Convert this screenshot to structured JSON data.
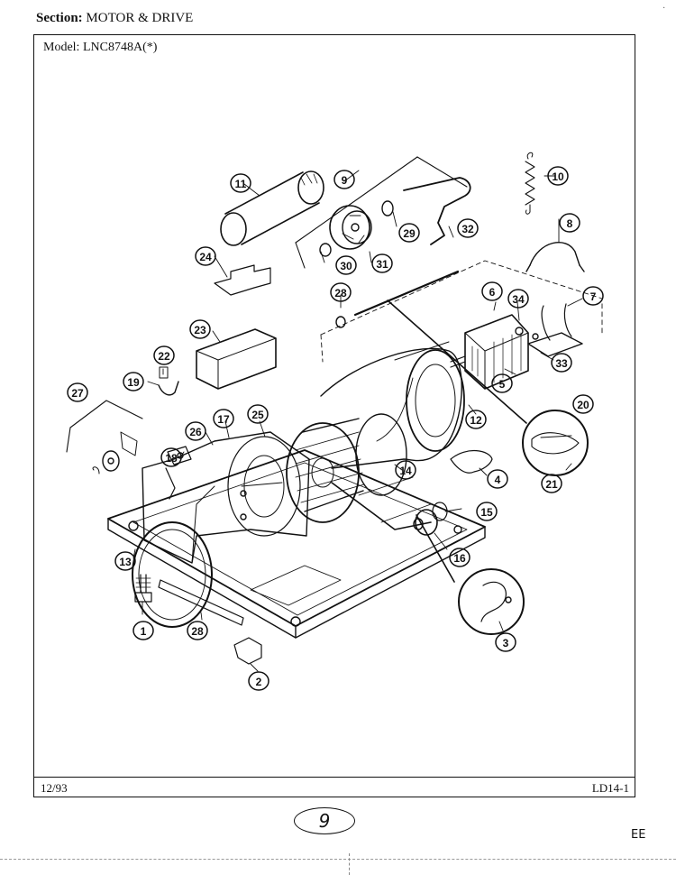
{
  "header": {
    "section_label": "Section:",
    "section_value": "MOTOR & DRIVE"
  },
  "model": {
    "label": "Model:",
    "value": "LNC8748A(*)"
  },
  "footer": {
    "date": "12/93",
    "code": "LD14-1"
  },
  "page_number": "9",
  "corner_mark": "EE",
  "callouts": [
    {
      "n": "11"
    },
    {
      "n": "9"
    },
    {
      "n": "10"
    },
    {
      "n": "32"
    },
    {
      "n": "29"
    },
    {
      "n": "31"
    },
    {
      "n": "30"
    },
    {
      "n": "8"
    },
    {
      "n": "24"
    },
    {
      "n": "28"
    },
    {
      "n": "6"
    },
    {
      "n": "34"
    },
    {
      "n": "7"
    },
    {
      "n": "23"
    },
    {
      "n": "33"
    },
    {
      "n": "22"
    },
    {
      "n": "19"
    },
    {
      "n": "5"
    },
    {
      "n": "27"
    },
    {
      "n": "12"
    },
    {
      "n": "20"
    },
    {
      "n": "25"
    },
    {
      "n": "17"
    },
    {
      "n": "26"
    },
    {
      "n": "18"
    },
    {
      "n": "14"
    },
    {
      "n": "4"
    },
    {
      "n": "21"
    },
    {
      "n": "15"
    },
    {
      "n": "13"
    },
    {
      "n": "16"
    },
    {
      "n": "1"
    },
    {
      "n": "28"
    },
    {
      "n": "3"
    },
    {
      "n": "2"
    }
  ]
}
